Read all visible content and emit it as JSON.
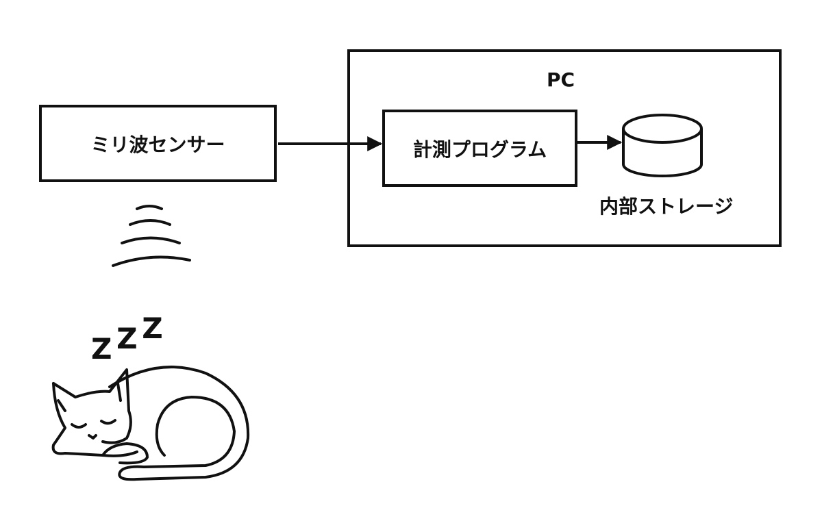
{
  "diagram": {
    "sensor": {
      "label": "ミリ波センサー"
    },
    "pc": {
      "label": "PC"
    },
    "program": {
      "label": "計測プログラム"
    },
    "storage": {
      "label": "内部ストレージ"
    },
    "sleep_text": "Z Z Z",
    "edges": [
      {
        "from": "ミリ波センサー",
        "to": "計測プログラム"
      },
      {
        "from": "計測プログラム",
        "to": "内部ストレージ"
      }
    ],
    "colors": {
      "stroke": "#111111",
      "background": "#ffffff"
    }
  }
}
